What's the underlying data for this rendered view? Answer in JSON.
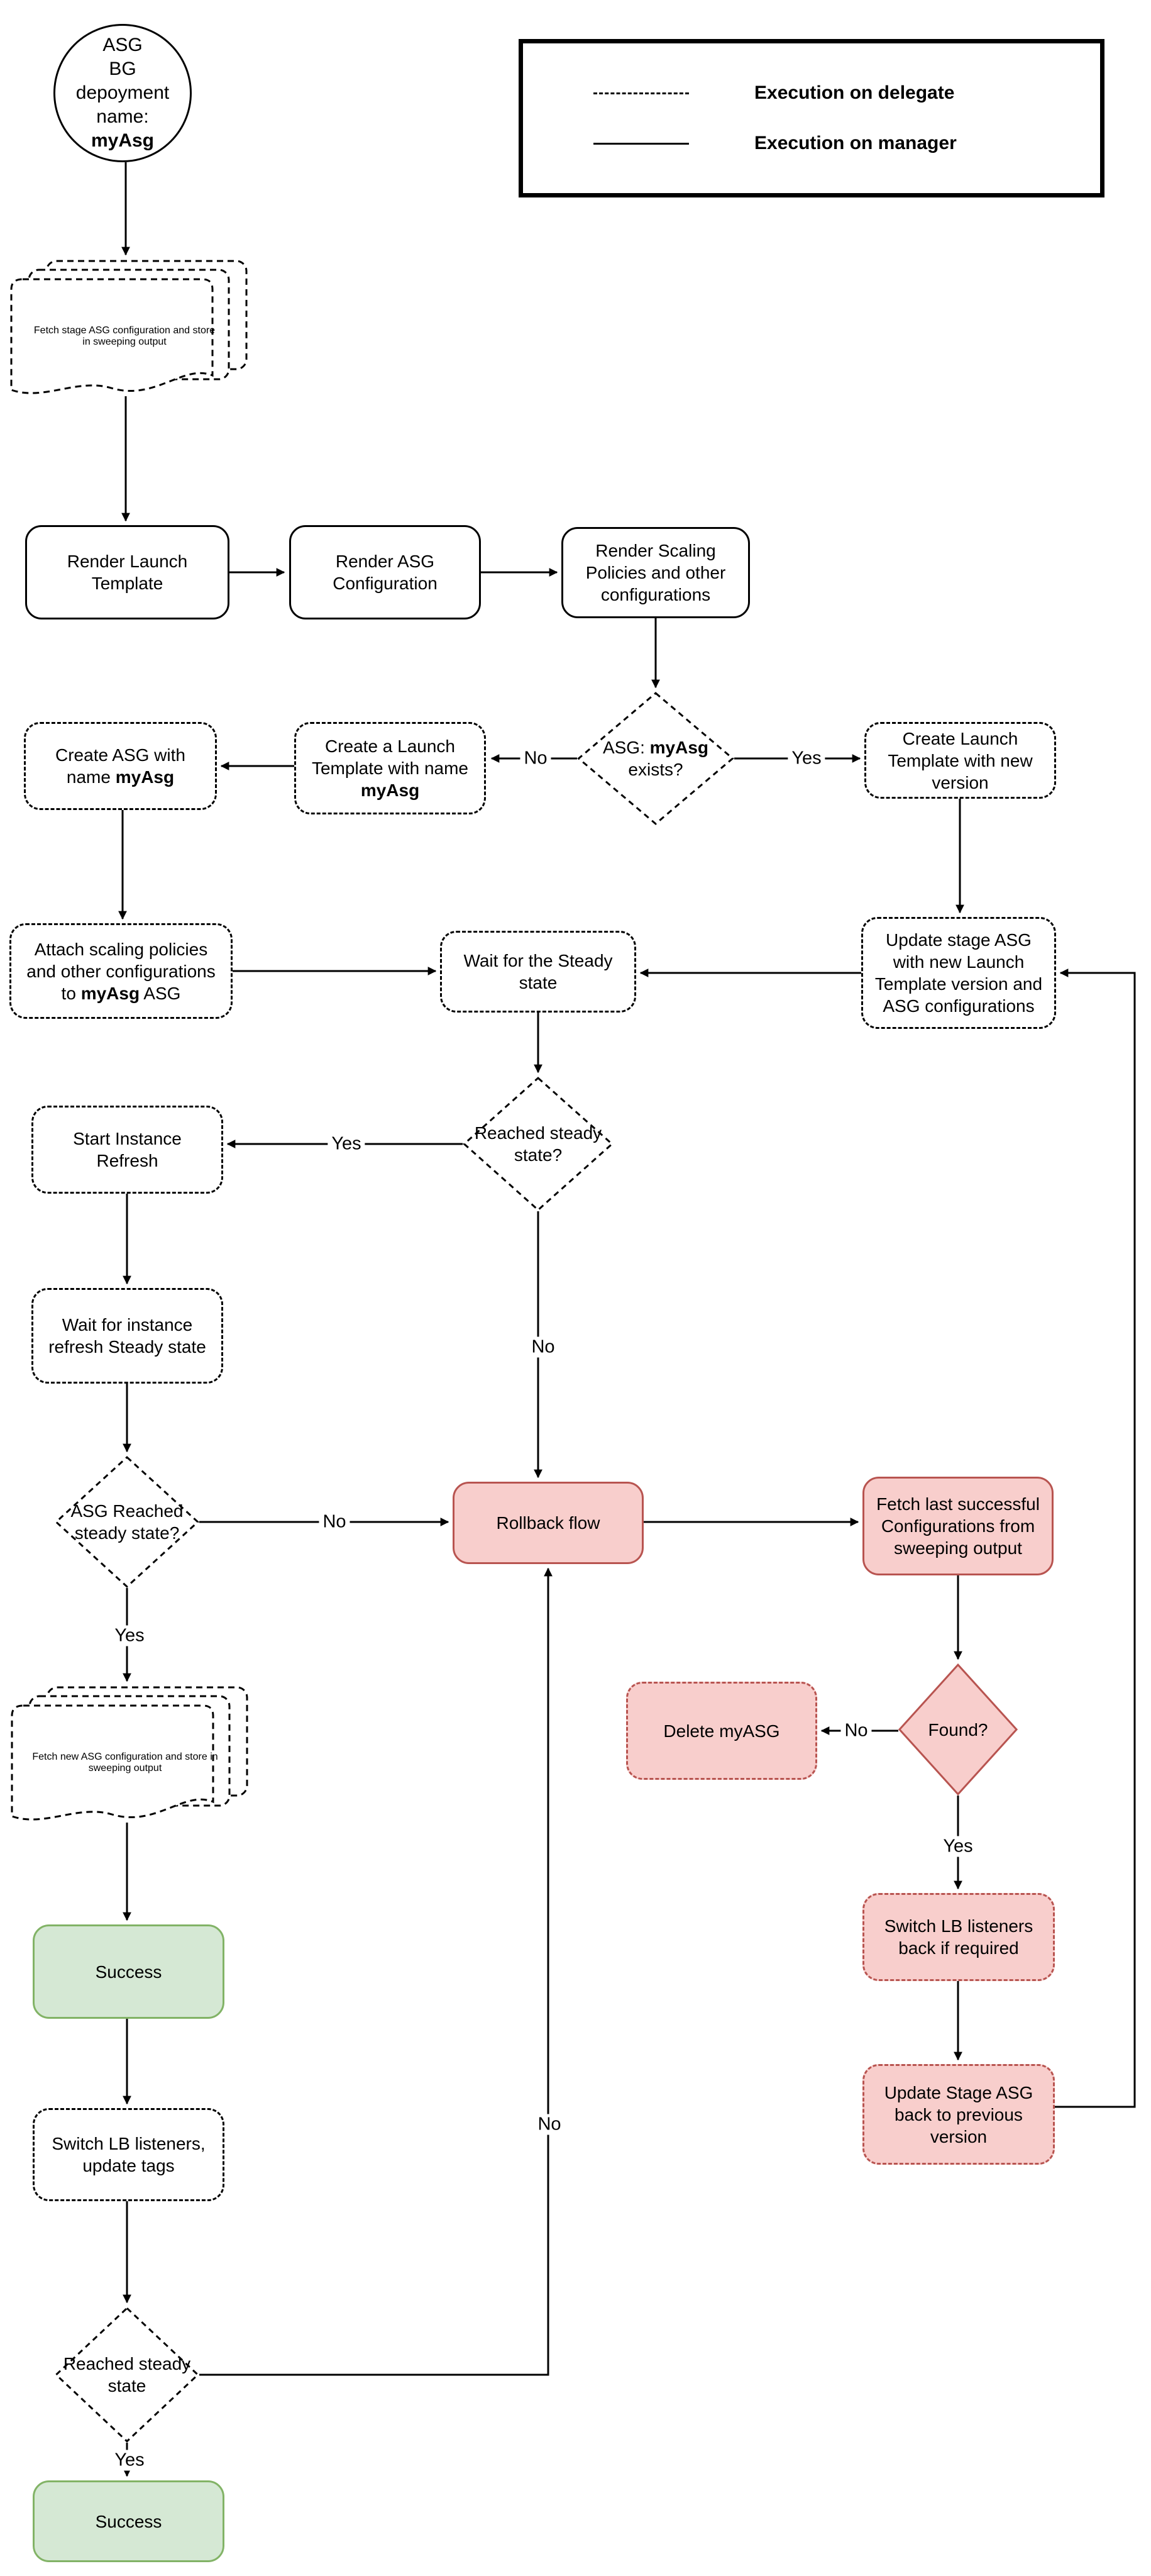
{
  "legend": {
    "items": [
      {
        "line_style": "dashed",
        "label": "Execution on delegate"
      },
      {
        "line_style": "solid",
        "label": "Execution on manager"
      }
    ]
  },
  "colors": {
    "danger_fill": "#f8cecc",
    "danger_stroke": "#b85450",
    "success_fill": "#d5e8d4",
    "success_stroke": "#82b366",
    "line": "#000000"
  },
  "nodes": {
    "start": {
      "line1": "ASG",
      "line2": "BG depoyment",
      "line3_pre": "name: ",
      "line3_bold": "myAsg"
    },
    "fetch_stage": {
      "label": "Fetch stage ASG configuration and store in sweeping output"
    },
    "render_launch": {
      "label": "Render Launch Template"
    },
    "render_asg": {
      "label": "Render ASG Configuration"
    },
    "render_scaling": {
      "label": "Render Scaling Policies and other configurations"
    },
    "asg_exists": {
      "pre": "ASG: ",
      "bold": "myAsg",
      "post": " exists?"
    },
    "create_launch_new": {
      "label": "Create Launch Template with new version"
    },
    "create_a_launch": {
      "pre": "Create a Launch Template with name ",
      "bold": "myAsg",
      "post": ""
    },
    "create_asg": {
      "pre": "Create ASG with name ",
      "bold": "myAsg",
      "post": ""
    },
    "attach_scaling": {
      "pre": "Attach scaling policies and other configurations to ",
      "bold": "myAsg",
      "post": " ASG"
    },
    "wait_steady": {
      "label": "Wait for the Steady state"
    },
    "update_stage": {
      "label": "Update stage ASG with new Launch Template version and ASG configurations"
    },
    "reached1": {
      "label": "Reached steady state?"
    },
    "start_refresh": {
      "label": "Start Instance Refresh"
    },
    "wait_refresh": {
      "label": "Wait for instance refresh Steady state"
    },
    "asg_reached": {
      "label": "ASG Reached steady state?"
    },
    "rollback": {
      "label": "Rollback flow"
    },
    "fetch_last": {
      "label": "Fetch last successful Configurations from sweeping output"
    },
    "found": {
      "label": "Found?"
    },
    "delete_myasg": {
      "label": "Delete myASG"
    },
    "fetch_new": {
      "label": "Fetch new ASG configuration and store in sweeping output"
    },
    "success1": {
      "label": "Success"
    },
    "switch_lb_tags": {
      "label": "Switch LB listeners, update tags"
    },
    "switch_lb_back": {
      "label": "Switch LB listeners back if required"
    },
    "update_back": {
      "label": "Update Stage ASG back to previous version"
    },
    "reached2": {
      "label": "Reached steady state"
    },
    "success2": {
      "label": "Success"
    }
  },
  "edges": {
    "asg_exists_no": "No",
    "asg_exists_yes": "Yes",
    "reached1_yes": "Yes",
    "reached1_no": "No",
    "asg_reached_no": "No",
    "asg_reached_yes": "Yes",
    "found_no": "No",
    "found_yes": "Yes",
    "reached2_no": "No",
    "reached2_yes": "Yes"
  }
}
